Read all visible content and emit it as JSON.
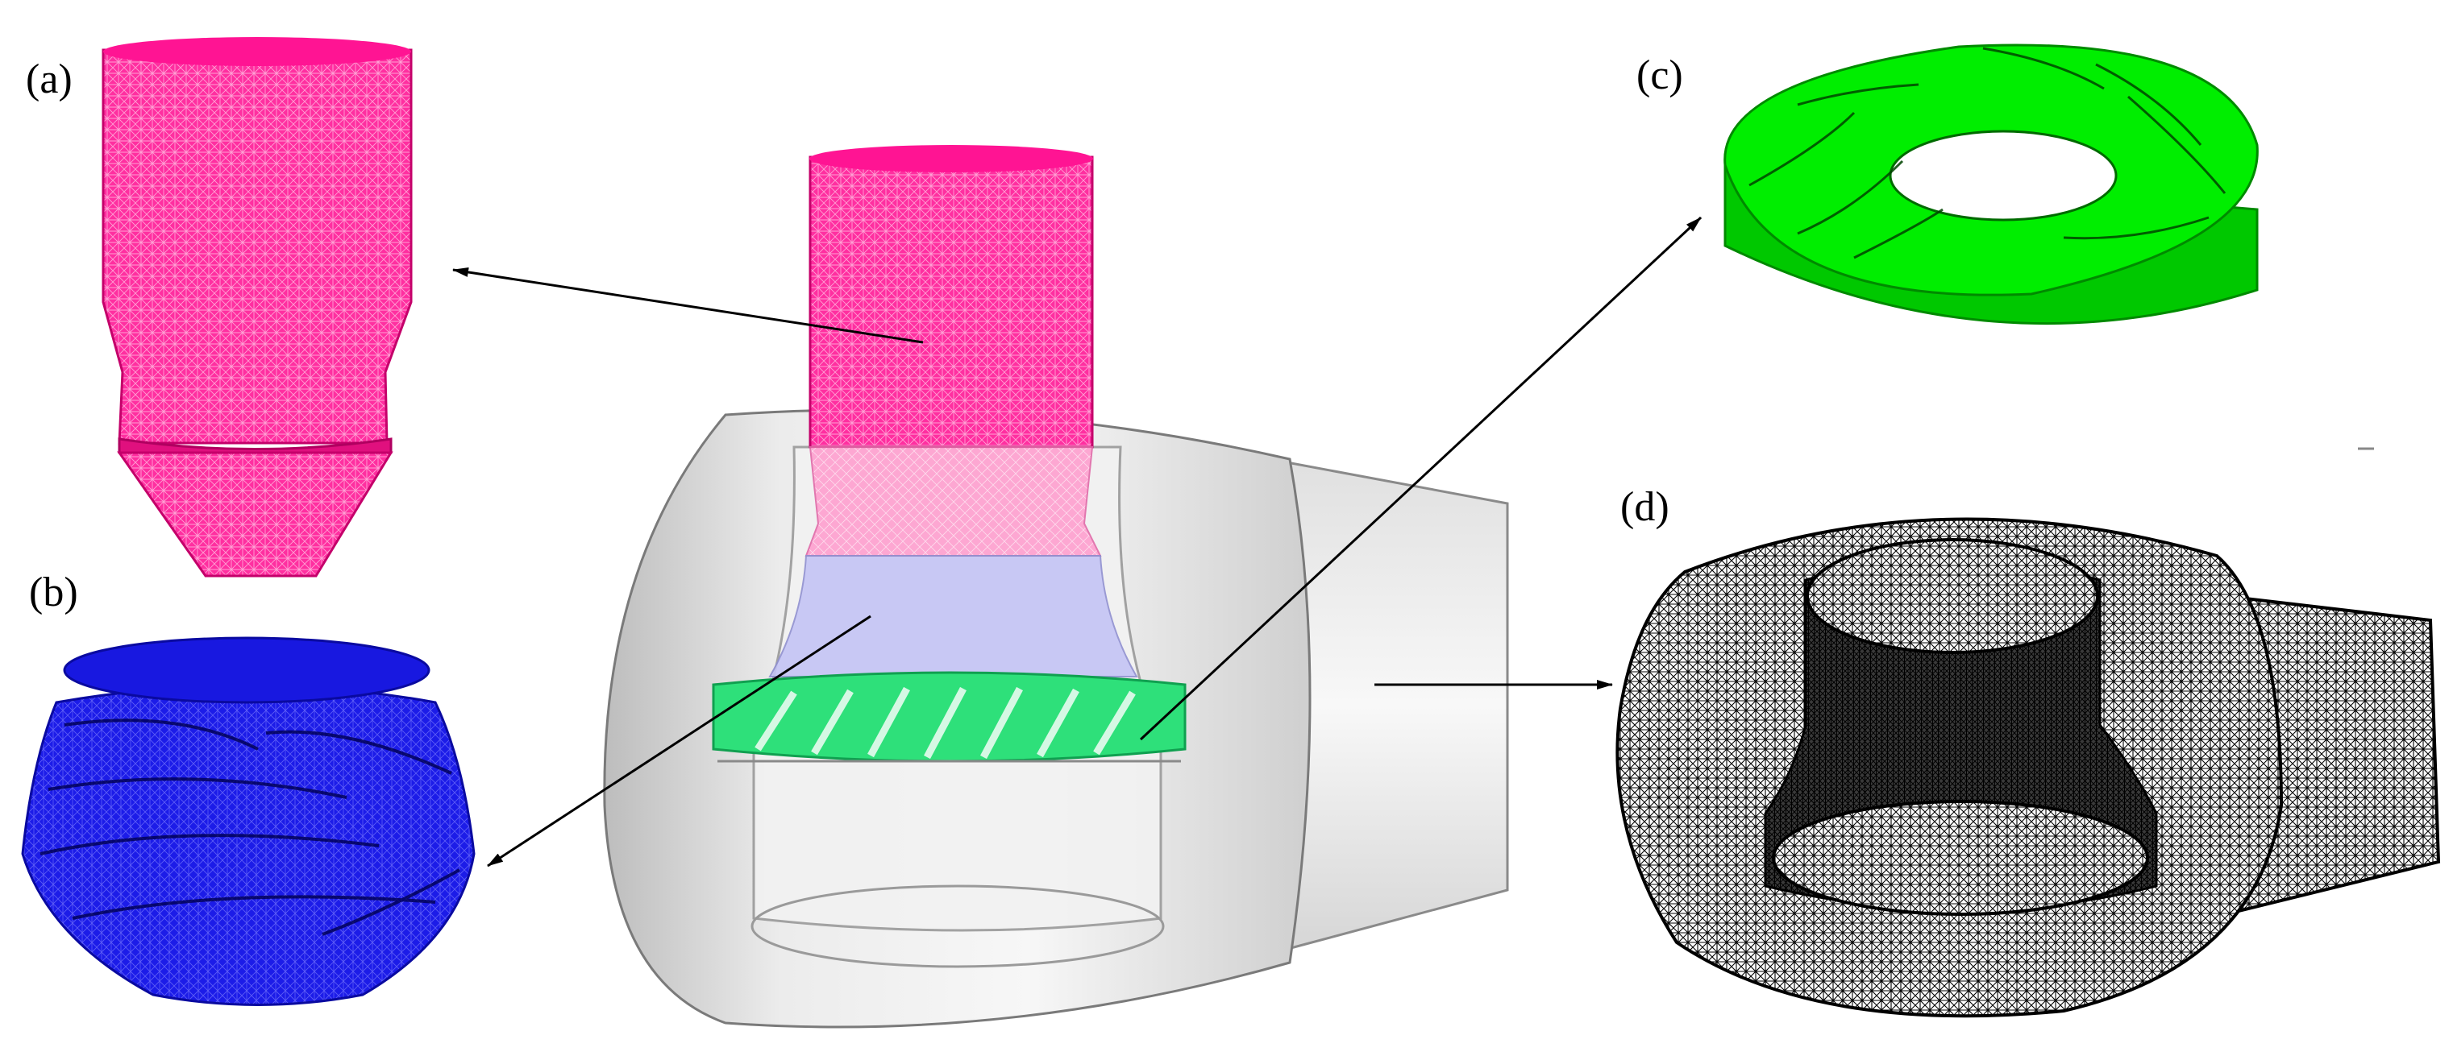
{
  "panels": {
    "a": {
      "label": "(a)",
      "component": "draft-tube-mesh",
      "color": "#ff1493"
    },
    "b": {
      "label": "(b)",
      "component": "runner-mesh",
      "color": "#1e1ef0"
    },
    "c": {
      "label": "(c)",
      "component": "guide-vane-mesh",
      "color": "#00e600"
    },
    "d": {
      "label": "(d)",
      "component": "volute-casing-mesh",
      "color": "#000000"
    }
  },
  "assembly": {
    "casing_color": "#e6e6e6",
    "draft_tube_color": "#ff1f8f",
    "runner_color": "#b8b8f5",
    "guide_vane_color": "#2fe07a"
  }
}
